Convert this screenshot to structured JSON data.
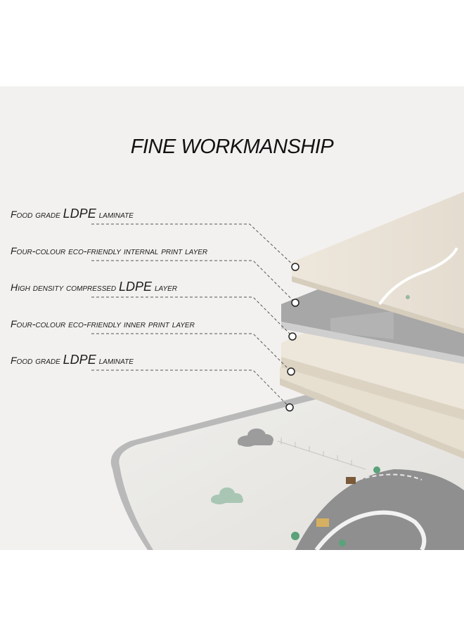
{
  "title": "FINE WORKMANSHIP",
  "layers": [
    {
      "pre": "Food grade ",
      "em": "LDPE",
      "post": " laminate"
    },
    {
      "pre": "Four-colour eco-friendly internal print layer",
      "em": "",
      "post": ""
    },
    {
      "pre": "High density compressed ",
      "em": "LDPE",
      "post": " layer"
    },
    {
      "pre": "Four-colour eco-friendly inner print layer",
      "em": "",
      "post": ""
    },
    {
      "pre": "Food grade ",
      "em": "LDPE",
      "post": " laminate"
    }
  ],
  "colors": {
    "background": "#f2f1ef",
    "top_sheet": "#ebe4d8",
    "grey_foam": "#a7a7a7",
    "inner_sheet": "#ece4d6",
    "checker_dark": "#c9c9c9",
    "checker_light": "#f4f4f4",
    "mat_edge": "#b9b9b9"
  }
}
